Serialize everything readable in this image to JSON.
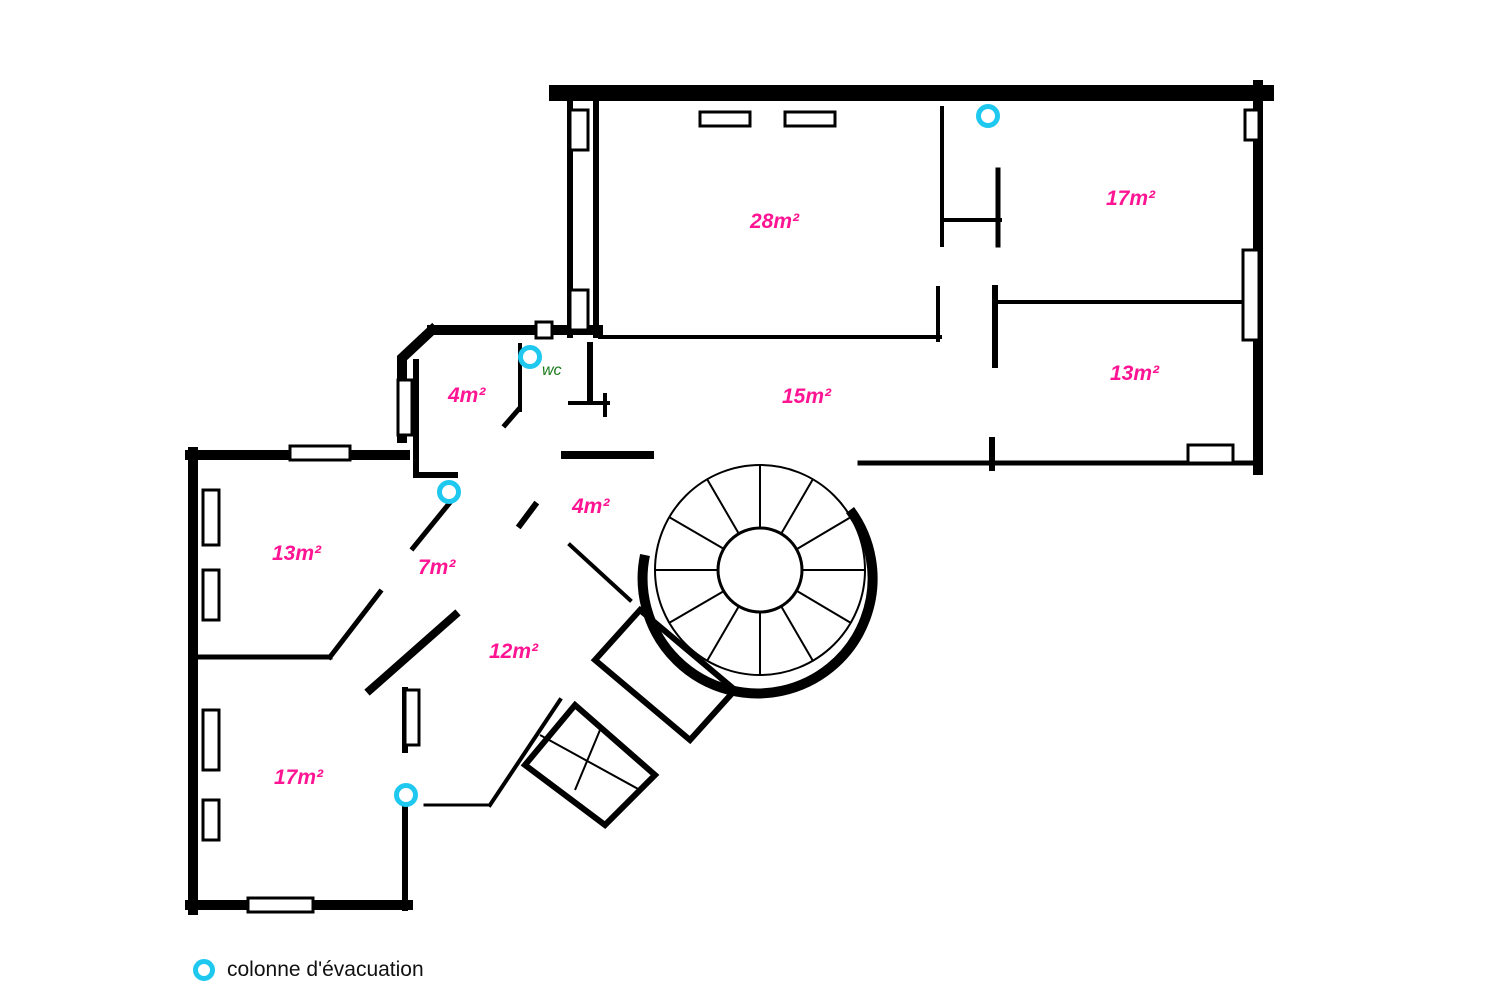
{
  "rooms": {
    "living": "28m²",
    "bedroom_ne": "17m²",
    "bedroom_e": "13m²",
    "hall_main": "15m²",
    "closet_n": "4m²",
    "closet_s": "4m²",
    "corridor": "7m²",
    "bedroom_w": "13m²",
    "bedroom_sw": "17m²",
    "entrance": "12m²"
  },
  "wc": "wc",
  "legend": {
    "label": "colonne d'évacuation"
  },
  "colors": {
    "room_label": "#ff1493",
    "marker": "#1ec8ee",
    "wc_label": "#1a7a1a",
    "wall": "#000000"
  }
}
